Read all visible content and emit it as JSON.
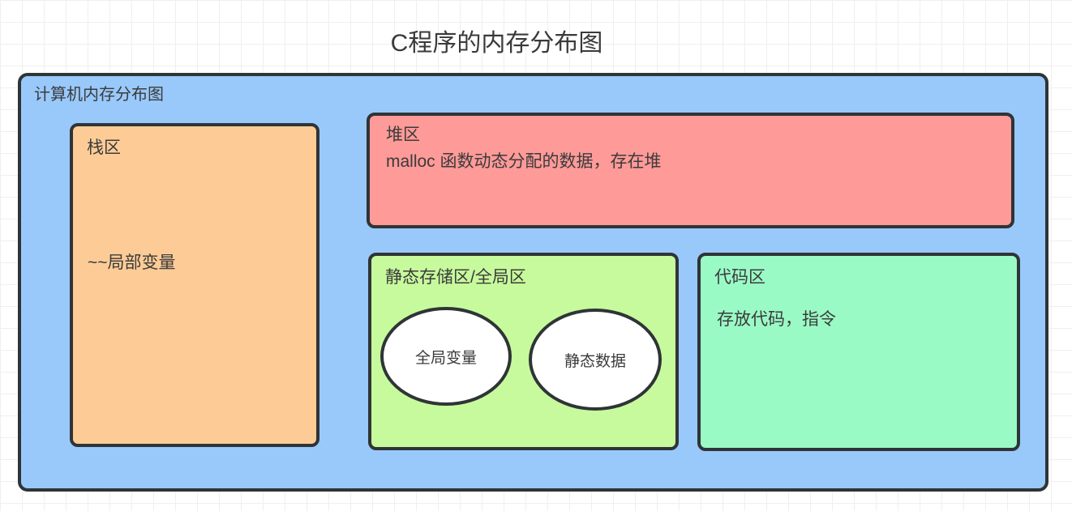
{
  "title": "C程序的内存分布图",
  "diagram": {
    "container_label": "计算机内存分布图",
    "stack": {
      "label": "栈区",
      "content": "~~局部变量"
    },
    "heap": {
      "label": "堆区",
      "content": "malloc 函数动态分配的数据，存在堆"
    },
    "static_area": {
      "label": "静态存储区/全局区",
      "ellipse1": "全局变量",
      "ellipse2": "静态数据"
    },
    "code": {
      "label": "代码区",
      "content": "存放代码，指令"
    }
  },
  "colors": {
    "container_bg": "#99c9fb",
    "stack_bg": "#fdcc96",
    "heap_bg": "#fe9a98",
    "static_bg": "#c7fa9c",
    "code_bg": "#9afac6",
    "border": "#2f3437"
  }
}
